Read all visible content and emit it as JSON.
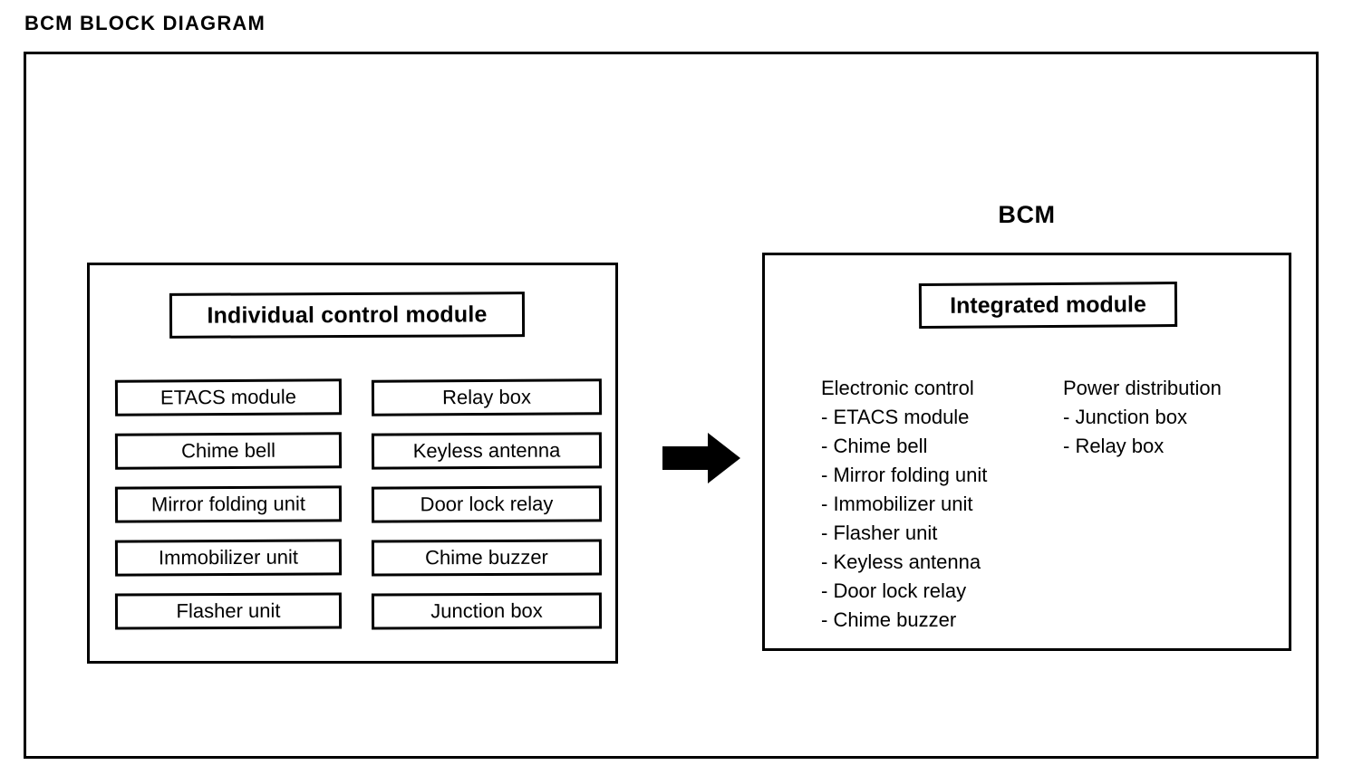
{
  "title": "BCM  BLOCK  DIAGRAM",
  "left_panel": {
    "header": "Individual control module",
    "column_left": [
      {
        "label": "ETACS module"
      },
      {
        "label": "Chime bell"
      },
      {
        "label": "Mirror folding unit"
      },
      {
        "label": "Immobilizer unit"
      },
      {
        "label": "Flasher unit"
      }
    ],
    "column_right": [
      {
        "label": "Relay box"
      },
      {
        "label": "Keyless antenna"
      },
      {
        "label": "Door lock relay"
      },
      {
        "label": "Chime buzzer"
      },
      {
        "label": "Junction box"
      }
    ]
  },
  "arrow": {
    "icon": "right-arrow-icon",
    "direction": "right",
    "color": "#000000"
  },
  "right_panel": {
    "title": "BCM",
    "header": "Integrated module",
    "groups": [
      {
        "heading": "Electronic control",
        "items": [
          "- ETACS module",
          "- Chime bell",
          "- Mirror folding unit",
          "- Immobilizer unit",
          "- Flasher unit",
          "- Keyless antenna",
          "- Door lock relay",
          "- Chime buzzer"
        ]
      },
      {
        "heading": "Power distribution",
        "items": [
          "- Junction box",
          "- Relay box"
        ]
      }
    ]
  },
  "colors": {
    "ink": "#000000",
    "paper": "#ffffff"
  }
}
